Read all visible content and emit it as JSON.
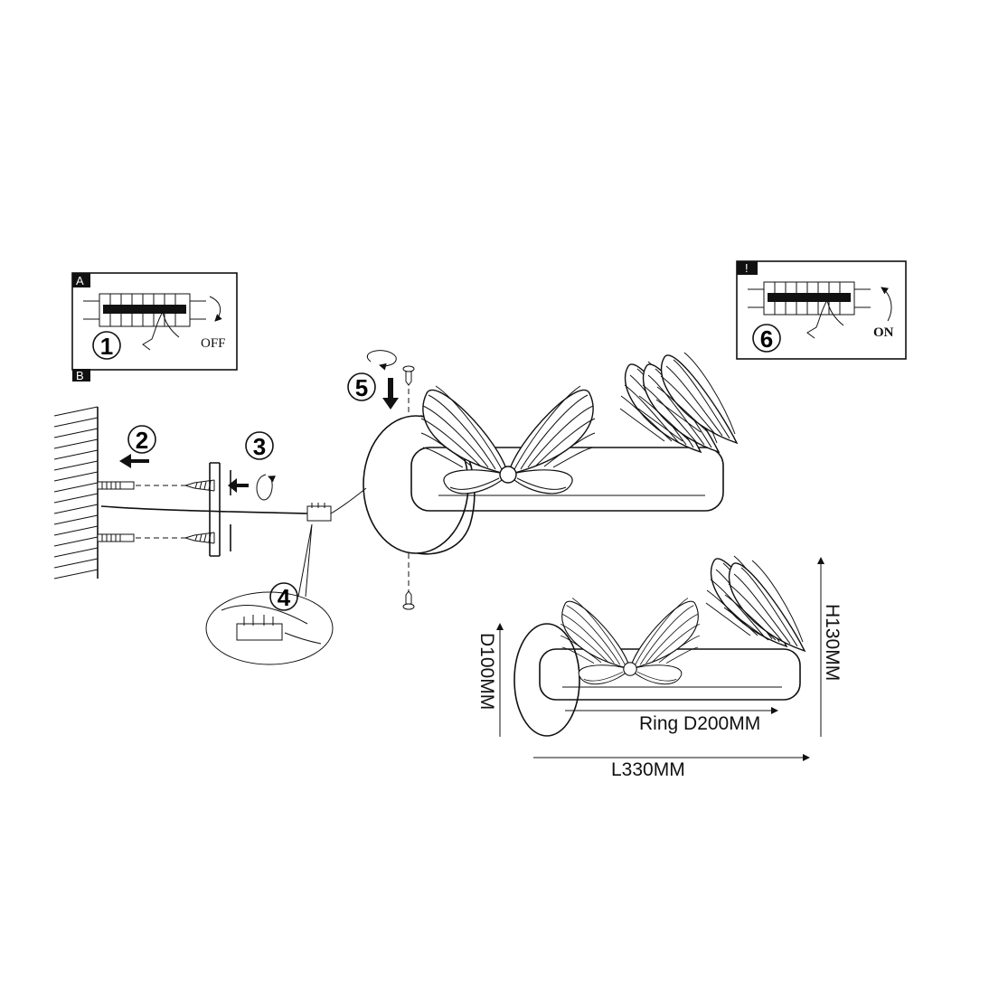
{
  "title": "Butterfly ring wall lamp installation diagram",
  "panels": {
    "power_off": {
      "tab_top": "A",
      "tab_bottom": "B",
      "step": "1",
      "label": "OFF"
    },
    "power_on": {
      "tab": "!",
      "step": "6",
      "label": "ON"
    }
  },
  "steps": [
    "1",
    "2",
    "3",
    "4",
    "5",
    "6"
  ],
  "dimensions": {
    "depth": "D100MM",
    "height": "H130MM",
    "ring": "Ring D200MM",
    "length": "L330MM"
  }
}
